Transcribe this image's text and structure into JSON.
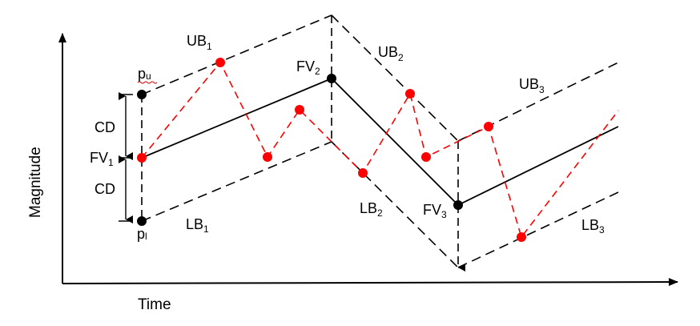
{
  "axes": {
    "x_label": "Time",
    "y_label": "Magnitude"
  },
  "labels": {
    "ub1": {
      "main": "UB",
      "sub": "1"
    },
    "ub2": {
      "main": "UB",
      "sub": "2"
    },
    "ub3": {
      "main": "UB",
      "sub": "3"
    },
    "lb1": {
      "main": "LB",
      "sub": "1"
    },
    "lb2": {
      "main": "LB",
      "sub": "2"
    },
    "lb3": {
      "main": "LB",
      "sub": "3"
    },
    "fv1": {
      "main": "FV",
      "sub": "1"
    },
    "fv2": {
      "main": "FV",
      "sub": "2"
    },
    "fv3": {
      "main": "FV",
      "sub": "3"
    },
    "pu": {
      "main": "p",
      "sub": "u"
    },
    "pl": {
      "main": "p",
      "sub": "l"
    },
    "cd_upper": "CD",
    "cd_lower": "CD"
  },
  "colors": {
    "line": "#000000",
    "signal": "#ff0000",
    "squiggle": "#d00000"
  }
}
